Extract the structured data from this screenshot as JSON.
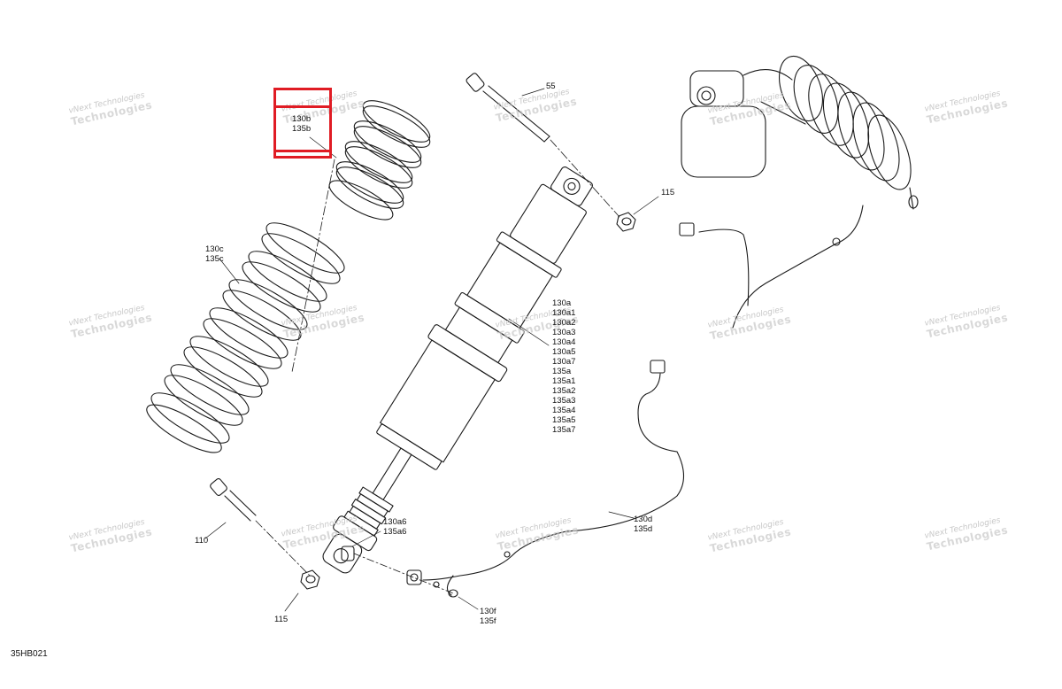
{
  "diagram": {
    "code": "35HB021",
    "highlight_color": "#e01c24",
    "callouts": {
      "c130b": [
        "130b",
        "135b"
      ],
      "c130c": [
        "130c",
        "135c"
      ],
      "c55": "55",
      "c115_top": "115",
      "c130a": [
        "130a",
        "130a1",
        "130a2",
        "130a3",
        "130a4",
        "130a5",
        "130a7",
        "135a",
        "135a1",
        "135a2",
        "135a3",
        "135a4",
        "135a5",
        "135a7"
      ],
      "c110": "110",
      "c130a6": [
        "130a6",
        "135a6"
      ],
      "c130d": [
        "130d",
        "135d"
      ],
      "c130f": [
        "130f",
        "135f"
      ],
      "c115_bottom": "115"
    },
    "watermark": {
      "line1": "vNext Technologies",
      "line2": "Technologies"
    }
  }
}
